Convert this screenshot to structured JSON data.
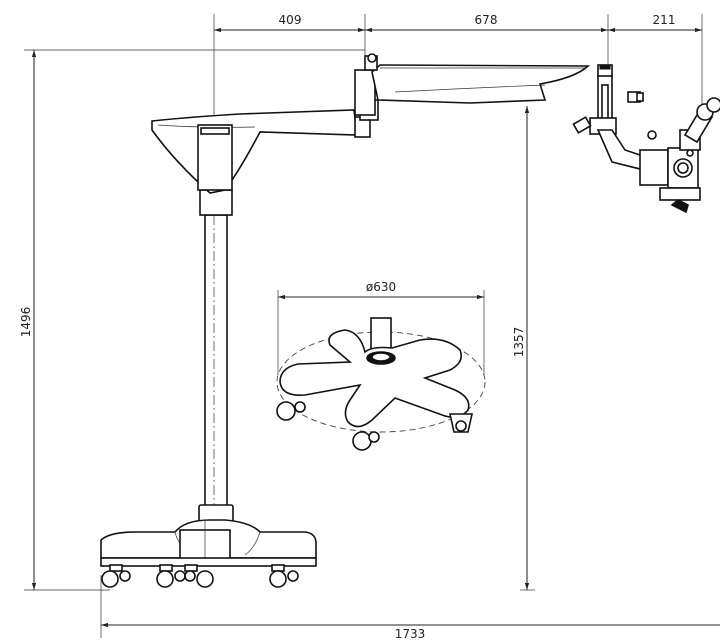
{
  "dimensions": {
    "d409": "409",
    "d678": "678",
    "d211": "211",
    "d1496": "1496",
    "d1357": "1357",
    "d630": "ø630",
    "d1733": "1733"
  }
}
